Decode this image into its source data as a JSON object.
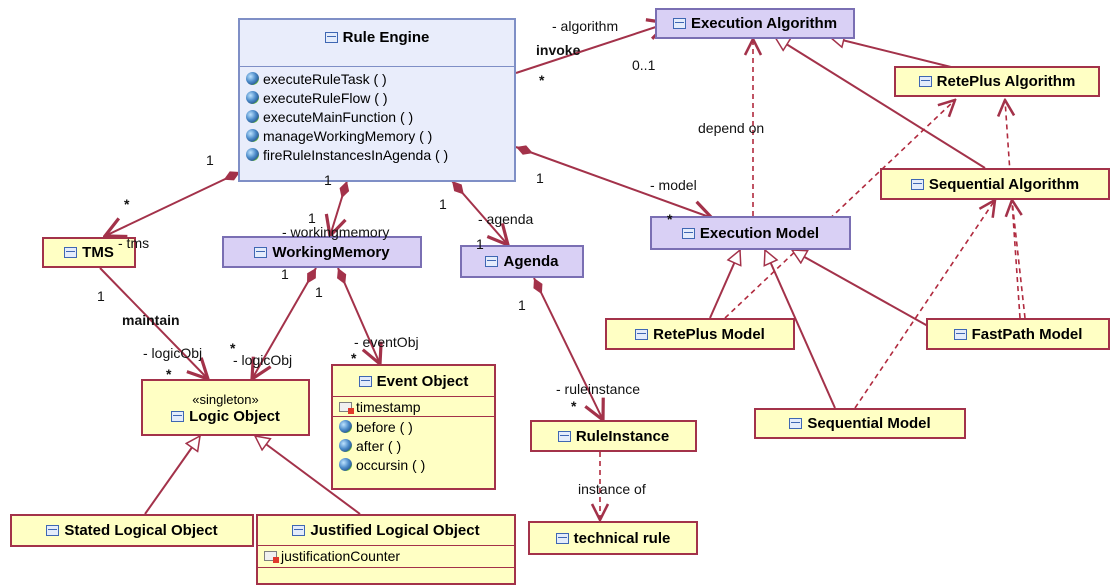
{
  "classes": {
    "rule_engine": {
      "name": "Rule Engine",
      "operations": [
        "executeRuleTask ( )",
        "executeRuleFlow ( )",
        "executeMainFunction ( )",
        "manageWorkingMemory ( )",
        "fireRuleInstancesInAgenda ( )"
      ]
    },
    "execution_algorithm": {
      "name": "Execution Algorithm"
    },
    "reteplus_algorithm": {
      "name": "RetePlus Algorithm"
    },
    "sequential_algorithm": {
      "name": "Sequential Algorithm"
    },
    "execution_model": {
      "name": "Execution Model"
    },
    "reteplus_model": {
      "name": "RetePlus Model"
    },
    "fastpath_model": {
      "name": "FastPath Model"
    },
    "sequential_model": {
      "name": "Sequential Model"
    },
    "tms": {
      "name": "TMS"
    },
    "working_memory": {
      "name": "WorkingMemory"
    },
    "agenda": {
      "name": "Agenda"
    },
    "logic_object": {
      "stereotype": "«singleton»",
      "name": "Logic Object"
    },
    "event_object": {
      "name": "Event Object",
      "attributes": [
        "timestamp"
      ],
      "operations": [
        "before ( )",
        "after ( )",
        "occursin ( )"
      ]
    },
    "rule_instance": {
      "name": "RuleInstance"
    },
    "technical_rule": {
      "name": "technical rule"
    },
    "stated_logical_object": {
      "name": "Stated Logical Object"
    },
    "justified_logical_object": {
      "name": "Justified Logical Object",
      "attributes": [
        "justificationCounter"
      ]
    }
  },
  "labels": {
    "algorithm_role": "- algorithm",
    "invoke": "invoke",
    "invoke_mult_src": "*",
    "algorithm_mult": "0..1",
    "depend_on": "depend on",
    "model_role": "- model",
    "model_mult_src": "1",
    "model_mult_tgt": "*",
    "tms_mult_src": "1",
    "tms_mult_tgt": "*",
    "tms_role": "- tms",
    "wm_mult_src": "1",
    "wm_mult_tgt": "1",
    "wm_role": "- workingmemory",
    "agenda_mult_src": "1",
    "agenda_mult_tgt": "1",
    "agenda_role": "- agenda",
    "maintain": "maintain",
    "maintain_mult": "1",
    "logicobj_role_tms": "- logicObj",
    "logicobj_mult_tms": "*",
    "logicobj_role_wm": "- logicObj",
    "logicobj_mult_wm": "*",
    "wm_lo_mult": "1",
    "wm_ev_mult": "1",
    "eventobj_role": "- eventObj",
    "eventobj_mult": "*",
    "ri_mult_src": "1",
    "ruleinstance_role": "- ruleinstance",
    "ruleinstance_mult": "*",
    "instance_of": "instance of"
  },
  "colors": {
    "association": "#a3324a",
    "dependency": "#b02a3e",
    "box_fill": "#ffffc4",
    "purple_fill": "#d9d0f5",
    "engine_fill": "#e9edfb"
  }
}
